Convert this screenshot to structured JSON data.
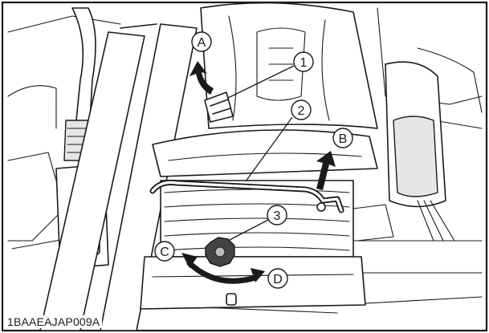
{
  "figure": {
    "code": "1BAAEAJAP009A",
    "callouts": {
      "part1": "1",
      "part2": "2",
      "part3": "3",
      "dirA": "A",
      "dirB": "B",
      "dirC": "C",
      "dirD": "D"
    }
  }
}
